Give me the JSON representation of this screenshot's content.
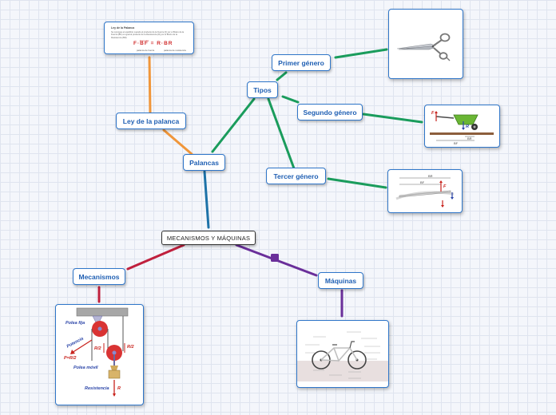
{
  "central": "MECANISMOS Y MÁQUINAS",
  "nodes": {
    "palancas": "Palancas",
    "ley": "Ley de la palanca",
    "tipos": "Tipos",
    "primer": "Primer género",
    "segundo": "Segundo género",
    "tercer": "Tercer género",
    "mecanismos": "Mecanismos",
    "maquinas": "Máquinas"
  },
  "law_card": {
    "title": "Ley de la Palanca",
    "text": "Se consigue el equilibrio cuando el producto de la Fuerza (F) por el Brazo de la Fuerza (BF) es igual al producto de la Resistencia (R) por el Brazo de la Resistencia (BR).",
    "sub": "Formula:",
    "formula": "F·BF = R·BR",
    "cap_left": "palanca de fuerza",
    "cap_right": "palanca de resistencia"
  },
  "pulley_card": {
    "fixed": "Polea fija",
    "power": "Potencia",
    "power_eq": "P=R/2",
    "half_left": "R/2",
    "half_right": "R/2",
    "mobile": "Polea móvil",
    "resistance": "Resistencia",
    "r": "R"
  },
  "lever_labels": {
    "f": "F",
    "r": "R",
    "br": "BR",
    "bf": "BF"
  },
  "colors": {
    "node_border": "#2f76c9",
    "node_text": "#1f5fb3",
    "branch_blue": "#1d72a8",
    "branch_orange": "#f0963a",
    "branch_green": "#1a9c5c",
    "branch_red": "#c0203d",
    "branch_purple": "#6a2f9a"
  }
}
